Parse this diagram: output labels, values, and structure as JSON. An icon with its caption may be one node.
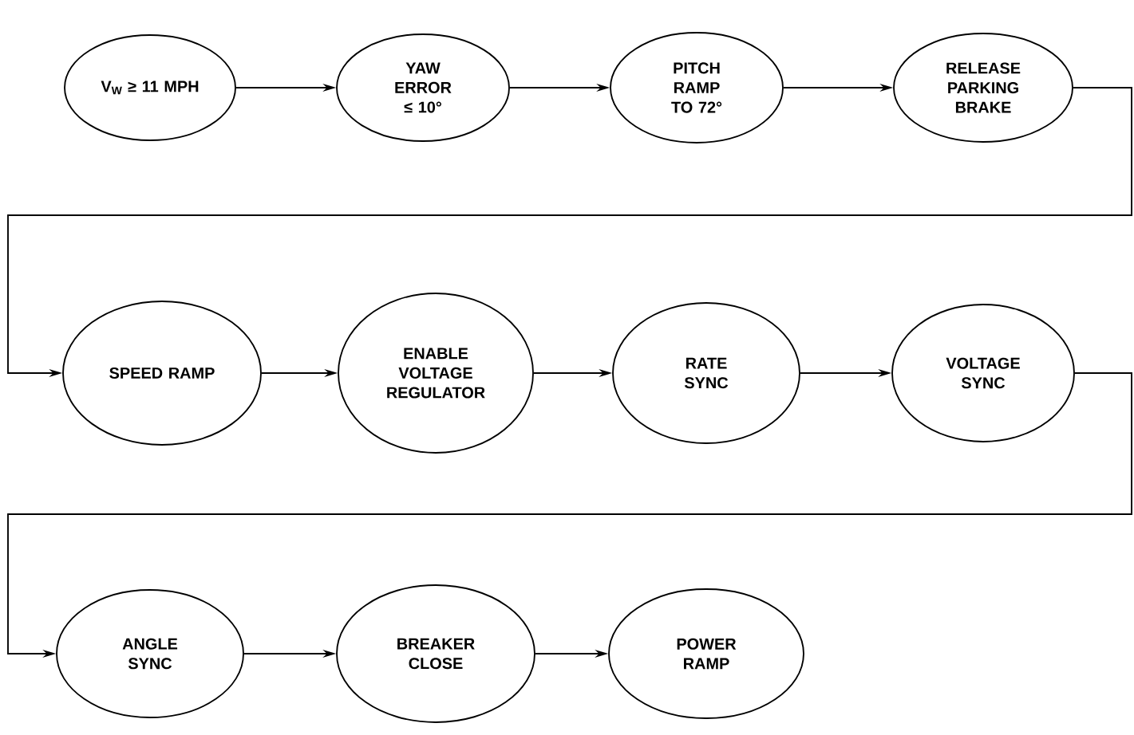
{
  "diagram": {
    "nodes": [
      {
        "text": [
          "V$_{W}$ ≥ 11 MPH"
        ]
      },
      {
        "text": [
          "YAW ERROR ≤ 10°"
        ]
      },
      {
        "text": [
          "PITCH RAMP TO 72°"
        ]
      },
      {
        "text": [
          "RELEASE PARKING BRAKE"
        ]
      },
      {
        "text": [
          "SPEED RAMP"
        ]
      },
      {
        "text": [
          "ENABLE VOLTAGE REGULATOR"
        ]
      },
      {
        "text": [
          "RATE SYNC"
        ]
      },
      {
        "text": [
          "VOLTAGE SYNC"
        ]
      },
      {
        "text": [
          "ANGLE SYNC"
        ]
      },
      {
        "text": [
          "BREAKER CLOSE"
        ]
      },
      {
        "text": [
          "POWER RAMP"
        ]
      }
    ],
    "edges": [
      {
        "from": 0,
        "to": 1,
        "arrow": "to"
      },
      {
        "from": 1,
        "to": 2,
        "arrow": "to"
      },
      {
        "from": 2,
        "to": 3,
        "arrow": "to"
      },
      {
        "from": 3,
        "to": 4,
        "arrow": "to"
      },
      {
        "from": 4,
        "to": 5,
        "arrow": "to"
      },
      {
        "from": 5,
        "to": 6,
        "arrow": "to"
      },
      {
        "from": 6,
        "to": 7,
        "arrow": "to"
      },
      {
        "from": 7,
        "to": 8,
        "arrow": "to"
      },
      {
        "from": 8,
        "to": 9,
        "arrow": "to"
      },
      {
        "from": 9,
        "to": 10,
        "arrow": "to"
      }
    ]
  }
}
